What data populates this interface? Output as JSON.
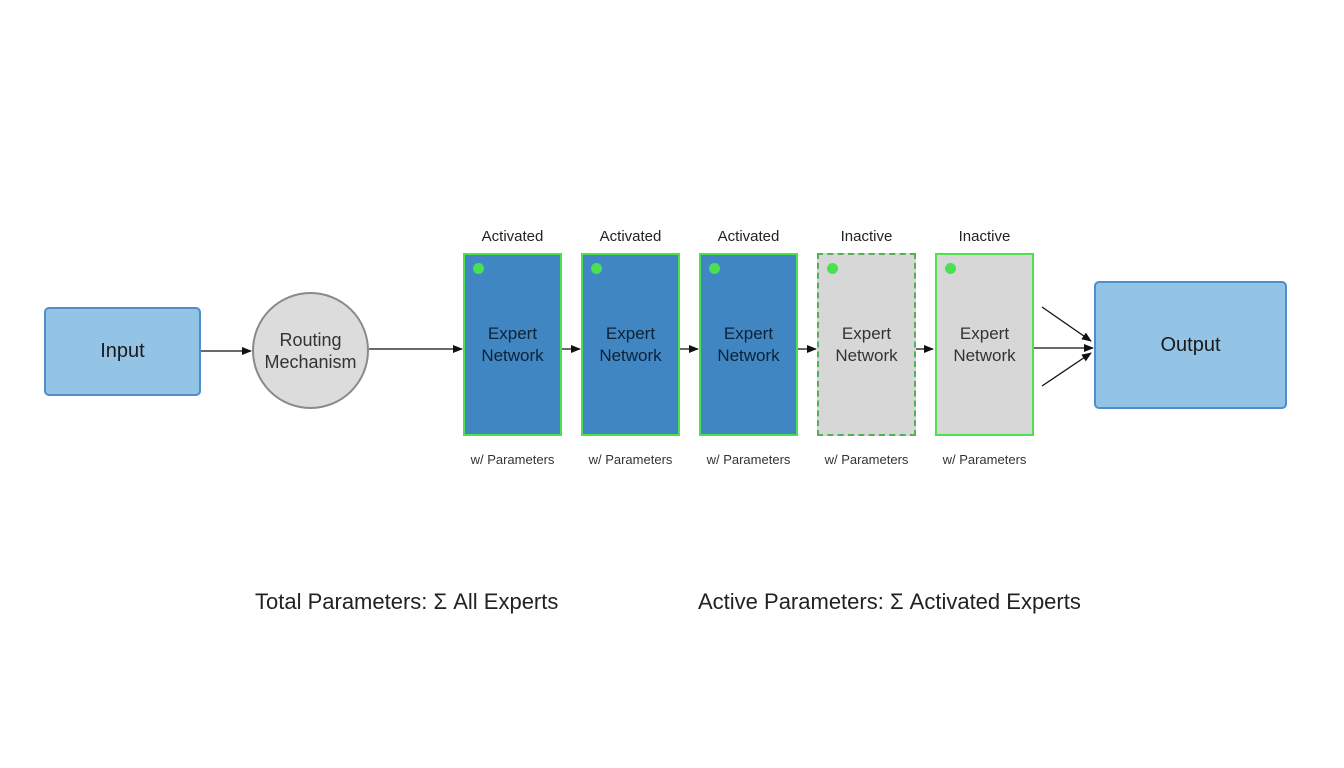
{
  "input": {
    "label": "Input"
  },
  "router": {
    "line1": "Routing",
    "line2": "Mechanism"
  },
  "experts": [
    {
      "status": "Activated",
      "line1": "Expert",
      "line2": "Network",
      "params": "w/ Parameters",
      "state": "active"
    },
    {
      "status": "Activated",
      "line1": "Expert",
      "line2": "Network",
      "params": "w/ Parameters",
      "state": "active"
    },
    {
      "status": "Activated",
      "line1": "Expert",
      "line2": "Network",
      "params": "w/ Parameters",
      "state": "active"
    },
    {
      "status": "Inactive",
      "line1": "Expert",
      "line2": "Network",
      "params": "w/ Parameters",
      "state": "inactive"
    },
    {
      "status": "Inactive",
      "line1": "Expert",
      "line2": "Network",
      "params": "w/ Parameters",
      "state": "inactive"
    }
  ],
  "output": {
    "label": "Output"
  },
  "footer": {
    "total": "Total Parameters:  Σ All Experts",
    "active": "Active Parameters: Σ Activated Experts"
  },
  "colors": {
    "io_fill": "#93c4e6",
    "io_border": "#4f8ec9",
    "router_fill": "#dcdcdc",
    "expert_active": "#3f86c2",
    "expert_inactive": "#d7d7d7",
    "expert_border": "#4ee14e",
    "indicator_dot": "#49e24f"
  }
}
